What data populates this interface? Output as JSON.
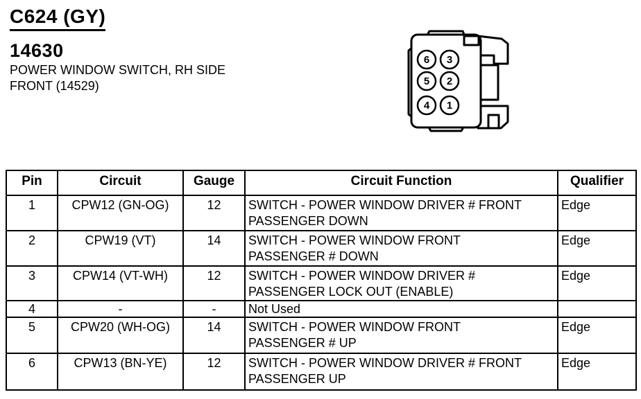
{
  "header": {
    "connector_id": "C624 (GY)",
    "part_number": "14630",
    "description": "POWER WINDOW SWITCH, RH SIDE\nFRONT (14529)"
  },
  "connector": {
    "pin_rows": [
      [
        "6",
        "3"
      ],
      [
        "5",
        "2"
      ],
      [
        "4",
        "1"
      ]
    ]
  },
  "table": {
    "headers": {
      "pin": "Pin",
      "circuit": "Circuit",
      "gauge": "Gauge",
      "function": "Circuit Function",
      "qualifier": "Qualifier"
    },
    "rows": [
      {
        "pin": "1",
        "circuit": "CPW12 (GN-OG)",
        "gauge": "12",
        "function": "SWITCH - POWER WINDOW DRIVER # FRONT\nPASSENGER DOWN",
        "qualifier": "Edge"
      },
      {
        "pin": "2",
        "circuit": "CPW19 (VT)",
        "gauge": "14",
        "function": "SWITCH - POWER WINDOW FRONT\nPASSENGER # DOWN",
        "qualifier": "Edge"
      },
      {
        "pin": "3",
        "circuit": "CPW14 (VT-WH)",
        "gauge": "12",
        "function": "SWITCH - POWER WINDOW DRIVER #\nPASSENGER LOCK OUT (ENABLE)",
        "qualifier": "Edge"
      },
      {
        "pin": "4",
        "circuit": "-",
        "gauge": "-",
        "function": "Not Used",
        "qualifier": ""
      },
      {
        "pin": "5",
        "circuit": "CPW20 (WH-OG)",
        "gauge": "14",
        "function": "SWITCH - POWER WINDOW FRONT\nPASSENGER # UP",
        "qualifier": "Edge"
      },
      {
        "pin": "6",
        "circuit": "CPW13 (BN-YE)",
        "gauge": "12",
        "function": "SWITCH - POWER WINDOW DRIVER # FRONT\nPASSENGER UP",
        "qualifier": "Edge"
      }
    ]
  },
  "colors": {
    "ink": "#000000",
    "paper": "#ffffff"
  }
}
